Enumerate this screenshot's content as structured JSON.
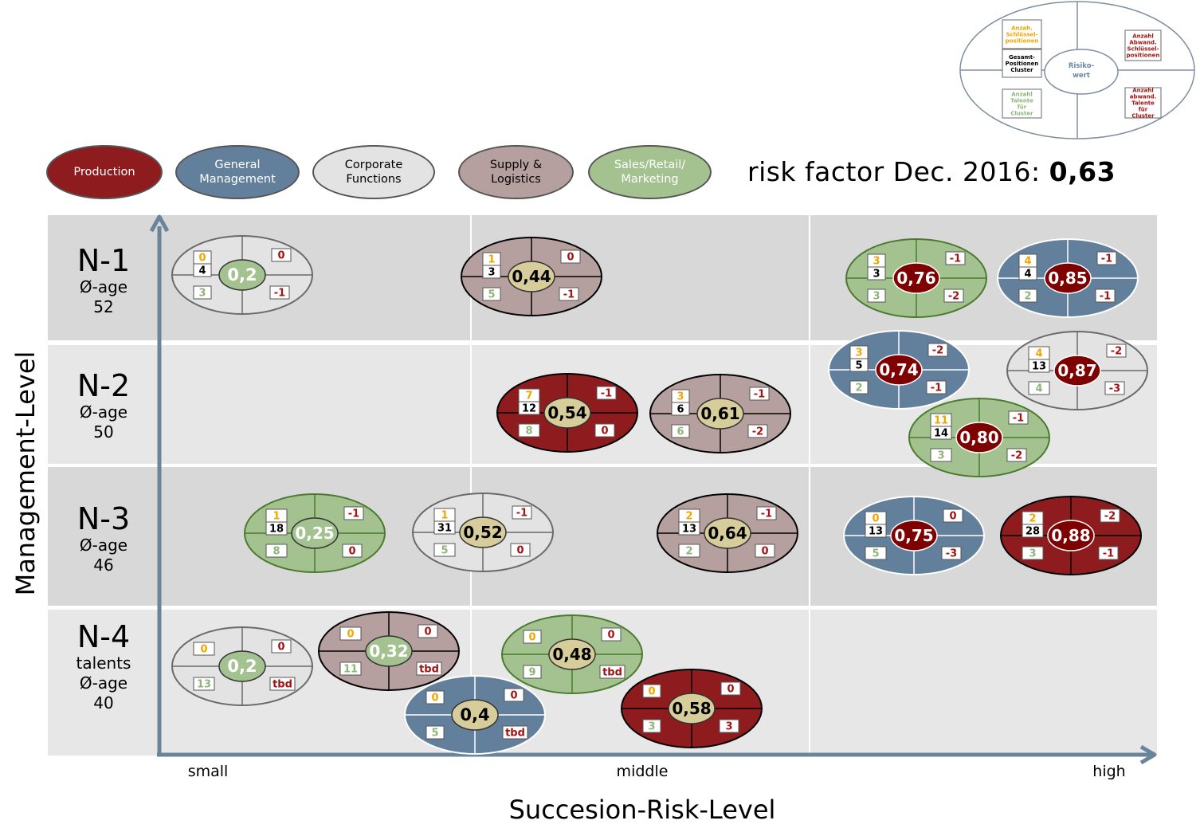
{
  "legend": [
    {
      "key": "production",
      "label": "Production",
      "fill": "#8e1c1e",
      "text": "#ffffff"
    },
    {
      "key": "general",
      "label": "General\nManagement",
      "fill": "#62809b",
      "text": "#ffffff"
    },
    {
      "key": "corporate",
      "label": "Corporate\nFunctions",
      "fill": "#e3e3e3",
      "text": "#000000"
    },
    {
      "key": "supply",
      "label": "Supply &\nLogistics",
      "fill": "#b6a09f",
      "text": "#000000"
    },
    {
      "key": "sales",
      "label": "Sales/Retail/\nMarketing",
      "fill": "#a3c28f",
      "text": "#ffffff"
    }
  ],
  "risk_factor": {
    "label": "risk factor Dec. 2016: ",
    "value": "0,63"
  },
  "key_diagram": {
    "top_left": "Anzah.\nSchlüssel-\npositionen",
    "middle_left": "Gesamt-\nPositionen\nCluster",
    "bottom_left": "Anzahl\nTalente\nfür\nCluster",
    "center": "Risiko-\nwert",
    "top_right": "Anzahl\nAbwand.\nSchlüssel-\npositionen",
    "bottom_right": "Anzahl\nabwand.\nTalente\nfür\nCluster"
  },
  "rows": [
    {
      "level": "N-1",
      "sub": "Ø-age\n52"
    },
    {
      "level": "N-2",
      "sub": "Ø-age\n50"
    },
    {
      "level": "N-3",
      "sub": "Ø-age\n46"
    },
    {
      "level": "N-4",
      "sub": "talents\nØ-age\n40"
    }
  ],
  "axes": {
    "y_label": "Management-Level",
    "x_label": "Succesion-Risk-Level",
    "x_ticks": [
      "small",
      "middle",
      "high"
    ]
  },
  "colors": {
    "key_orange": "#f0a500",
    "key_green": "#8fb47a",
    "key_red": "#a01414",
    "center_khaki": "#d7cd9a",
    "center_green": "#a3c28f",
    "center_red": "#7f0000",
    "axis": "#6a849a",
    "band_dark": "#d8d8d8",
    "band_light": "#e7e7e7"
  },
  "clusters": [
    {
      "row": "N-1",
      "cat": "corporate",
      "value": "0,2",
      "center": "green",
      "key": "0",
      "total": "4",
      "talents": "3",
      "abw_key": "0",
      "abw_talents": "-1"
    },
    {
      "row": "N-1",
      "cat": "supply",
      "value": "0,44",
      "center": "khaki",
      "key": "1",
      "total": "3",
      "talents": "5",
      "abw_key": "0",
      "abw_talents": "-1"
    },
    {
      "row": "N-1",
      "cat": "sales",
      "value": "0,76",
      "center": "red",
      "key": "3",
      "total": "3",
      "talents": "3",
      "abw_key": "-1",
      "abw_talents": "-2"
    },
    {
      "row": "N-1",
      "cat": "general",
      "value": "0,85",
      "center": "red",
      "key": "4",
      "total": "4",
      "talents": "2",
      "abw_key": "-1",
      "abw_talents": "-1"
    },
    {
      "row": "N-2",
      "cat": "general",
      "value": "0,74",
      "center": "red",
      "key": "3",
      "total": "5",
      "talents": "2",
      "abw_key": "-2",
      "abw_talents": "-1"
    },
    {
      "row": "N-2",
      "cat": "corporate",
      "value": "0,87",
      "center": "red",
      "key": "4",
      "total": "13",
      "talents": "4",
      "abw_key": "-2",
      "abw_talents": "-3"
    },
    {
      "row": "N-2",
      "cat": "production",
      "value": "0,54",
      "center": "khaki",
      "key": "7",
      "total": "12",
      "talents": "8",
      "abw_key": "-1",
      "abw_talents": "0"
    },
    {
      "row": "N-2",
      "cat": "supply",
      "value": "0,61",
      "center": "khaki",
      "key": "3",
      "total": "6",
      "talents": "6",
      "abw_key": "-1",
      "abw_talents": "-2"
    },
    {
      "row": "N-2",
      "cat": "sales",
      "value": "0,80",
      "center": "red",
      "key": "11",
      "total": "14",
      "talents": "3",
      "abw_key": "-1",
      "abw_talents": "-2"
    },
    {
      "row": "N-3",
      "cat": "sales",
      "value": "0,25",
      "center": "green",
      "key": "1",
      "total": "18",
      "talents": "8",
      "abw_key": "-1",
      "abw_talents": "0"
    },
    {
      "row": "N-3",
      "cat": "corporate",
      "value": "0,52",
      "center": "khaki",
      "key": "1",
      "total": "31",
      "talents": "5",
      "abw_key": "-1",
      "abw_talents": "0"
    },
    {
      "row": "N-3",
      "cat": "supply",
      "value": "0,64",
      "center": "khaki",
      "key": "2",
      "total": "13",
      "talents": "2",
      "abw_key": "-1",
      "abw_talents": "0"
    },
    {
      "row": "N-3",
      "cat": "general",
      "value": "0,75",
      "center": "red",
      "key": "0",
      "total": "13",
      "talents": "5",
      "abw_key": "0",
      "abw_talents": "-3"
    },
    {
      "row": "N-3",
      "cat": "production",
      "value": "0,88",
      "center": "red",
      "key": "2",
      "total": "28",
      "talents": "3",
      "abw_key": "-2",
      "abw_talents": "-1"
    },
    {
      "row": "N-4",
      "cat": "corporate",
      "value": "0,2",
      "center": "green",
      "key": "0",
      "total": "",
      "talents": "13",
      "abw_key": "0",
      "abw_talents": "tbd"
    },
    {
      "row": "N-4",
      "cat": "supply",
      "value": "0,32",
      "center": "green",
      "key": "0",
      "total": "",
      "talents": "11",
      "abw_key": "0",
      "abw_talents": "tbd"
    },
    {
      "row": "N-4",
      "cat": "sales",
      "value": "0,48",
      "center": "khaki",
      "key": "0",
      "total": "",
      "talents": "9",
      "abw_key": "0",
      "abw_talents": "tbd"
    },
    {
      "row": "N-4",
      "cat": "general",
      "value": "0,4",
      "center": "khaki",
      "key": "0",
      "total": "",
      "talents": "5",
      "abw_key": "0",
      "abw_talents": "tbd"
    },
    {
      "row": "N-4",
      "cat": "production",
      "value": "0,58",
      "center": "khaki",
      "key": "0",
      "total": "",
      "talents": "3",
      "abw_key": "0",
      "abw_talents": "3"
    }
  ]
}
